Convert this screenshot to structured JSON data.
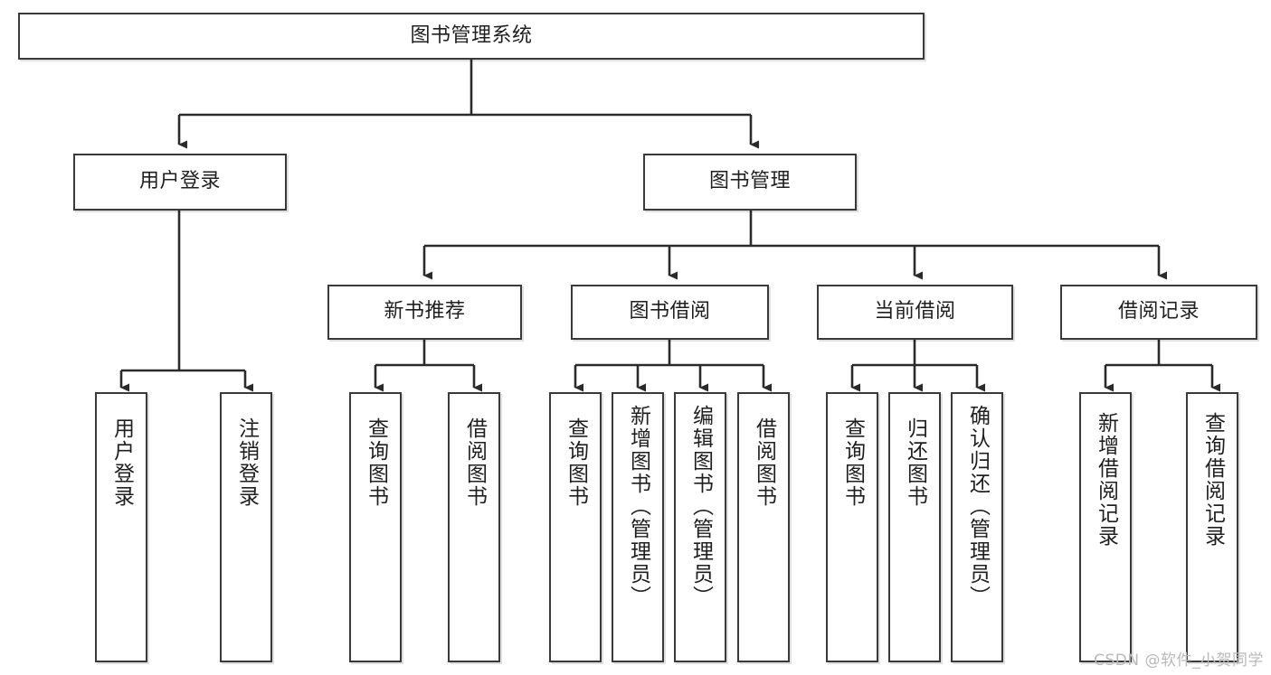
{
  "diagram": {
    "title": "图书管理系统",
    "type": "tree",
    "watermark": "CSDN @软件_小贺同学",
    "colors": {
      "node_border": "#3a3a3a",
      "node_fill": "#ffffff",
      "edge": "#2b2b2b",
      "text": "#1f1f1f",
      "watermark": "#b9b9b9"
    },
    "nodes": {
      "root": {
        "label": "图书管理系统"
      },
      "level2": [
        {
          "label": "用户登录"
        },
        {
          "label": "图书管理"
        }
      ],
      "level3": [
        {
          "label": "新书推荐"
        },
        {
          "label": "图书借阅"
        },
        {
          "label": "当前借阅"
        },
        {
          "label": "借阅记录"
        }
      ],
      "leaves": {
        "user_login": [
          {
            "label": "用户登录"
          },
          {
            "label": "注销登录"
          }
        ],
        "new_book_recommend": [
          {
            "label": "查询图书"
          },
          {
            "label": "借阅图书"
          }
        ],
        "book_borrow": [
          {
            "label": "查询图书"
          },
          {
            "label": "新增图书（管理员）"
          },
          {
            "label": "编辑图书（管理员）"
          },
          {
            "label": "借阅图书"
          }
        ],
        "current_borrow": [
          {
            "label": "查询图书"
          },
          {
            "label": "归还图书"
          },
          {
            "label": "确认归还（管理员）"
          }
        ],
        "borrow_record": [
          {
            "label": "新增借阅记录"
          },
          {
            "label": "查询借阅记录"
          }
        ]
      }
    }
  }
}
